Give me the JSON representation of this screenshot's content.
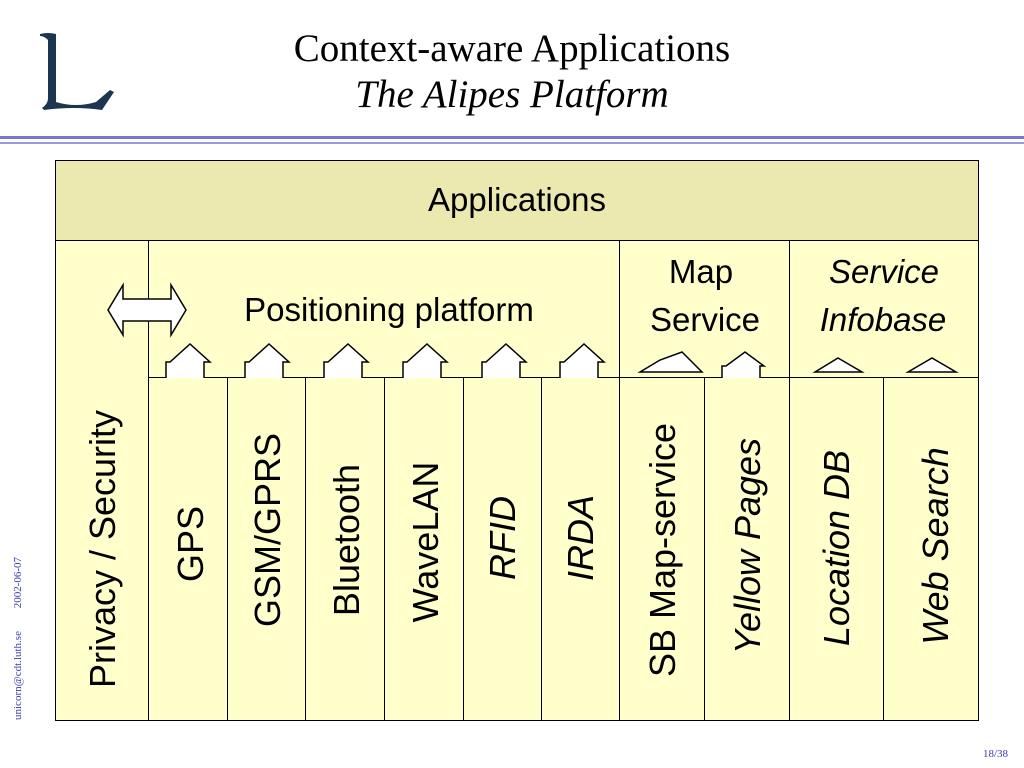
{
  "slide": {
    "title": "Context-aware Applications",
    "subtitle": "The Alipes Platform",
    "logo_letter": "L",
    "footer_email": "unicorn@cdt.luth.se",
    "footer_date": "2002-06-07",
    "page_number": "18/38"
  },
  "diagram": {
    "applications": "Applications",
    "privacy": "Privacy / Security",
    "positioning": "Positioning platform",
    "map_service": [
      "Map",
      "Service"
    ],
    "service_infobase": [
      "Service",
      "Infobase"
    ],
    "positioning_tech": [
      "GPS",
      "GSM/GPRS",
      "Bluetooth",
      "WaveLAN",
      "RFID",
      "IRDA"
    ],
    "map_sources": [
      "SB Map-service",
      "Yellow Pages"
    ],
    "infobase_sources": [
      "Location DB",
      "Web Search"
    ]
  },
  "colors": {
    "box_fill": "#ffffcc",
    "apps_fill": "#ebe9b0",
    "rule": "#7777cc",
    "logo": "#1c3652"
  }
}
